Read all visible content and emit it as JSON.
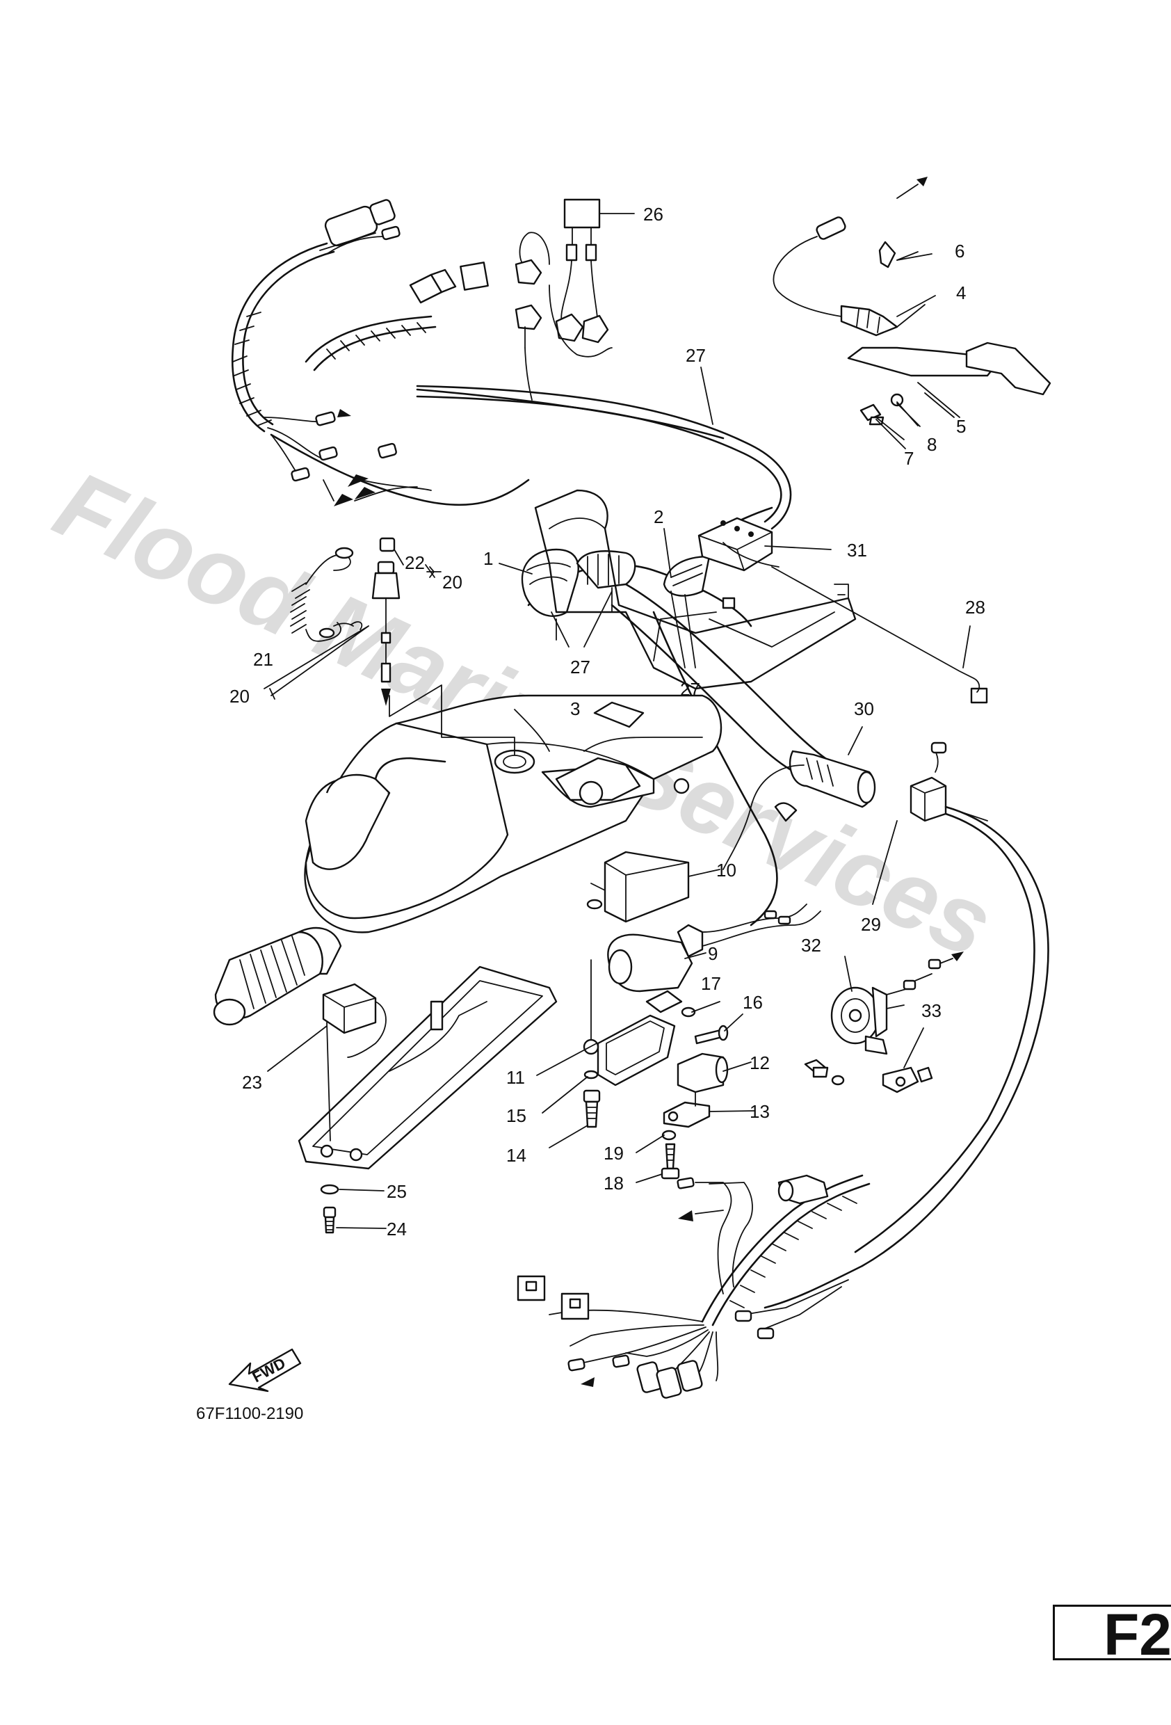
{
  "watermark": "Flood Marine Services",
  "diagram_code": "67F1100-2190",
  "fwd_label": "FWD",
  "page_tag": "F2",
  "callouts": [
    {
      "id": "c1",
      "text": "1"
    },
    {
      "id": "c2",
      "text": "2"
    },
    {
      "id": "c3",
      "text": "3"
    },
    {
      "id": "c4",
      "text": "4"
    },
    {
      "id": "c5",
      "text": "5"
    },
    {
      "id": "c6",
      "text": "6"
    },
    {
      "id": "c7",
      "text": "7"
    },
    {
      "id": "c8",
      "text": "8"
    },
    {
      "id": "c9",
      "text": "9"
    },
    {
      "id": "c10",
      "text": "10"
    },
    {
      "id": "c11",
      "text": "11"
    },
    {
      "id": "c12",
      "text": "12"
    },
    {
      "id": "c13",
      "text": "13"
    },
    {
      "id": "c14",
      "text": "14"
    },
    {
      "id": "c15",
      "text": "15"
    },
    {
      "id": "c16",
      "text": "16"
    },
    {
      "id": "c17",
      "text": "17"
    },
    {
      "id": "c18",
      "text": "18"
    },
    {
      "id": "c19",
      "text": "19"
    },
    {
      "id": "c20a",
      "text": "20"
    },
    {
      "id": "c20b",
      "text": "20"
    },
    {
      "id": "c21",
      "text": "21"
    },
    {
      "id": "c22",
      "text": "22"
    },
    {
      "id": "c23",
      "text": "23"
    },
    {
      "id": "c24",
      "text": "24"
    },
    {
      "id": "c25",
      "text": "25"
    },
    {
      "id": "c26",
      "text": "26"
    },
    {
      "id": "c27a",
      "text": "27"
    },
    {
      "id": "c27b",
      "text": "27"
    },
    {
      "id": "c27c",
      "text": "27"
    },
    {
      "id": "c28",
      "text": "28"
    },
    {
      "id": "c29",
      "text": "29"
    },
    {
      "id": "c30",
      "text": "30"
    },
    {
      "id": "c31",
      "text": "31"
    },
    {
      "id": "c32",
      "text": "32"
    },
    {
      "id": "c33",
      "text": "33"
    }
  ]
}
